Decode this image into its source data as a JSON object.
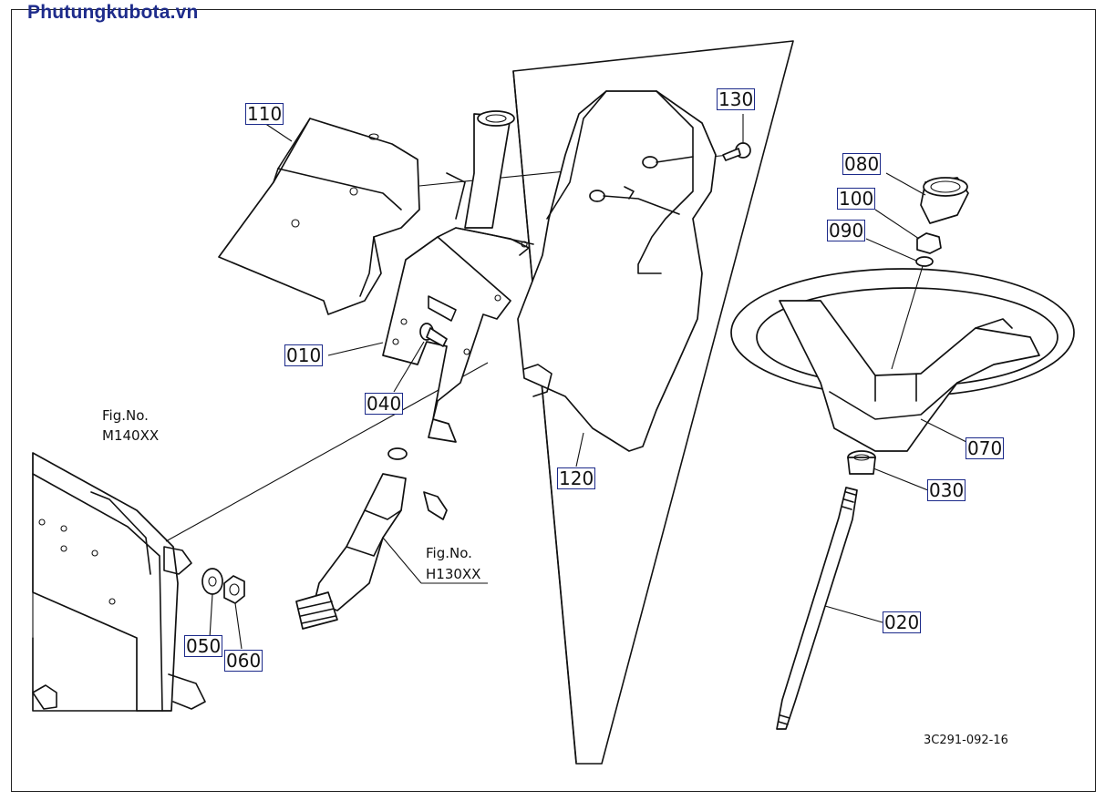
{
  "watermark": "Phutungkubota.vn",
  "labels": {
    "p010": "010",
    "p020": "020",
    "p030": "030",
    "p040": "040",
    "p050": "050",
    "p060": "060",
    "p070": "070",
    "p080": "080",
    "p090": "090",
    "p100": "100",
    "p110": "110",
    "p120": "120",
    "p130": "130"
  },
  "refs": {
    "m140_fig": "Fig.No.",
    "m140_no": "M140XX",
    "h130_fig": "Fig.No.",
    "h130_no": "H130XX"
  },
  "drawing_code": "3C291-092-16"
}
